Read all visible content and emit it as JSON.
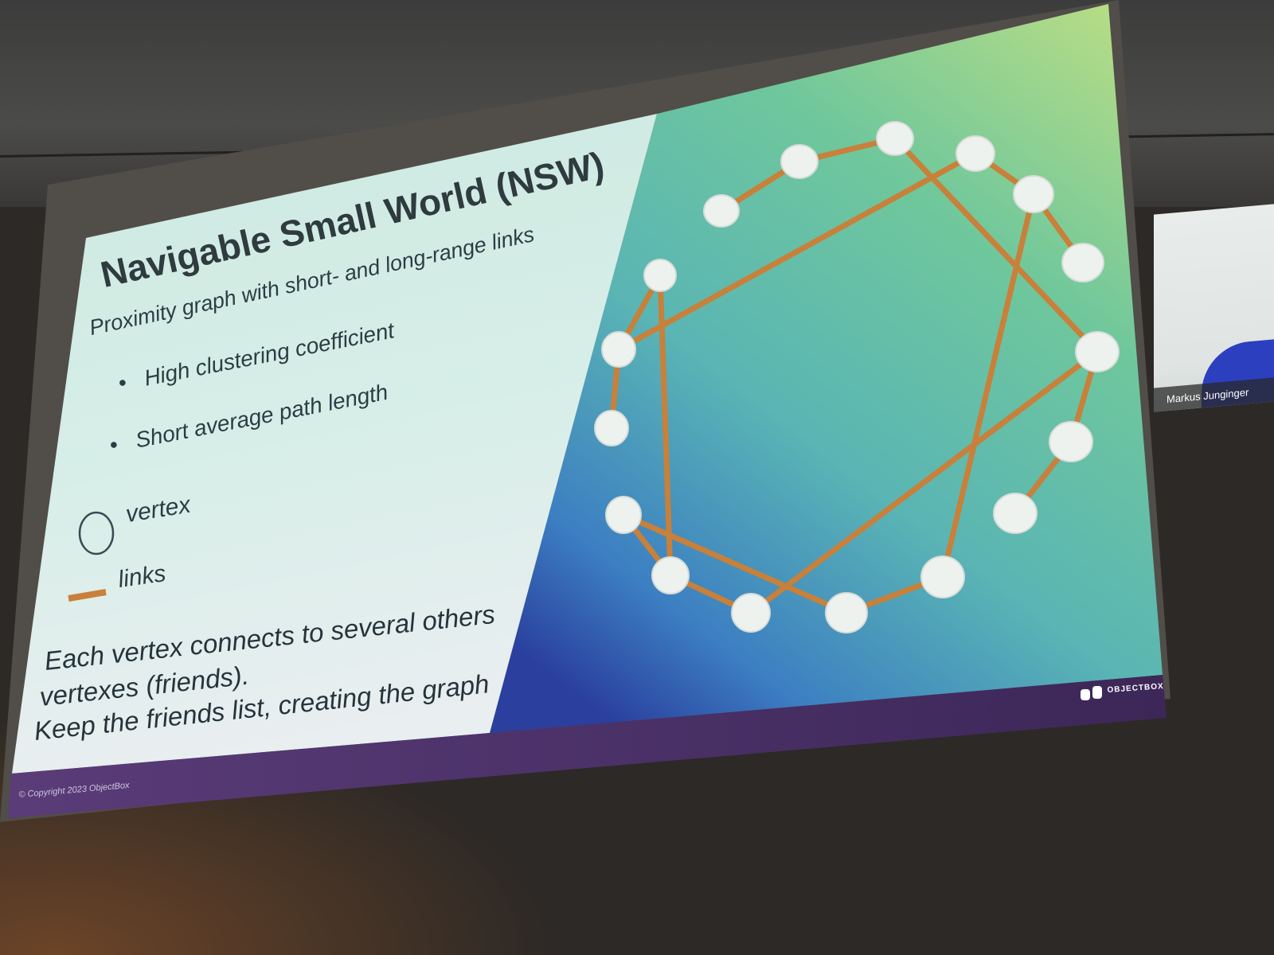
{
  "slide": {
    "title": "Navigable Small World (NSW)",
    "subtitle": "Proximity graph with short- and long-range links",
    "bullets": [
      "High clustering coefficient",
      "Short average path length"
    ],
    "legend": {
      "vertex_label": "vertex",
      "links_label": "links"
    },
    "body_lines": [
      "Each vertex connects to several others",
      "vertexes (friends).",
      "Keep the friends list, creating the graph"
    ],
    "copyright": "© Copyright 2023 ObjectBox",
    "brand": "OBJECTBOX"
  },
  "video_tile": {
    "participant_name": "Markus Junginger"
  },
  "colors": {
    "link": "#c8803a",
    "vertex_fill": "#eef2ef",
    "slide_left": "#d8ede8",
    "slide_band": "#4a2a6a"
  }
}
